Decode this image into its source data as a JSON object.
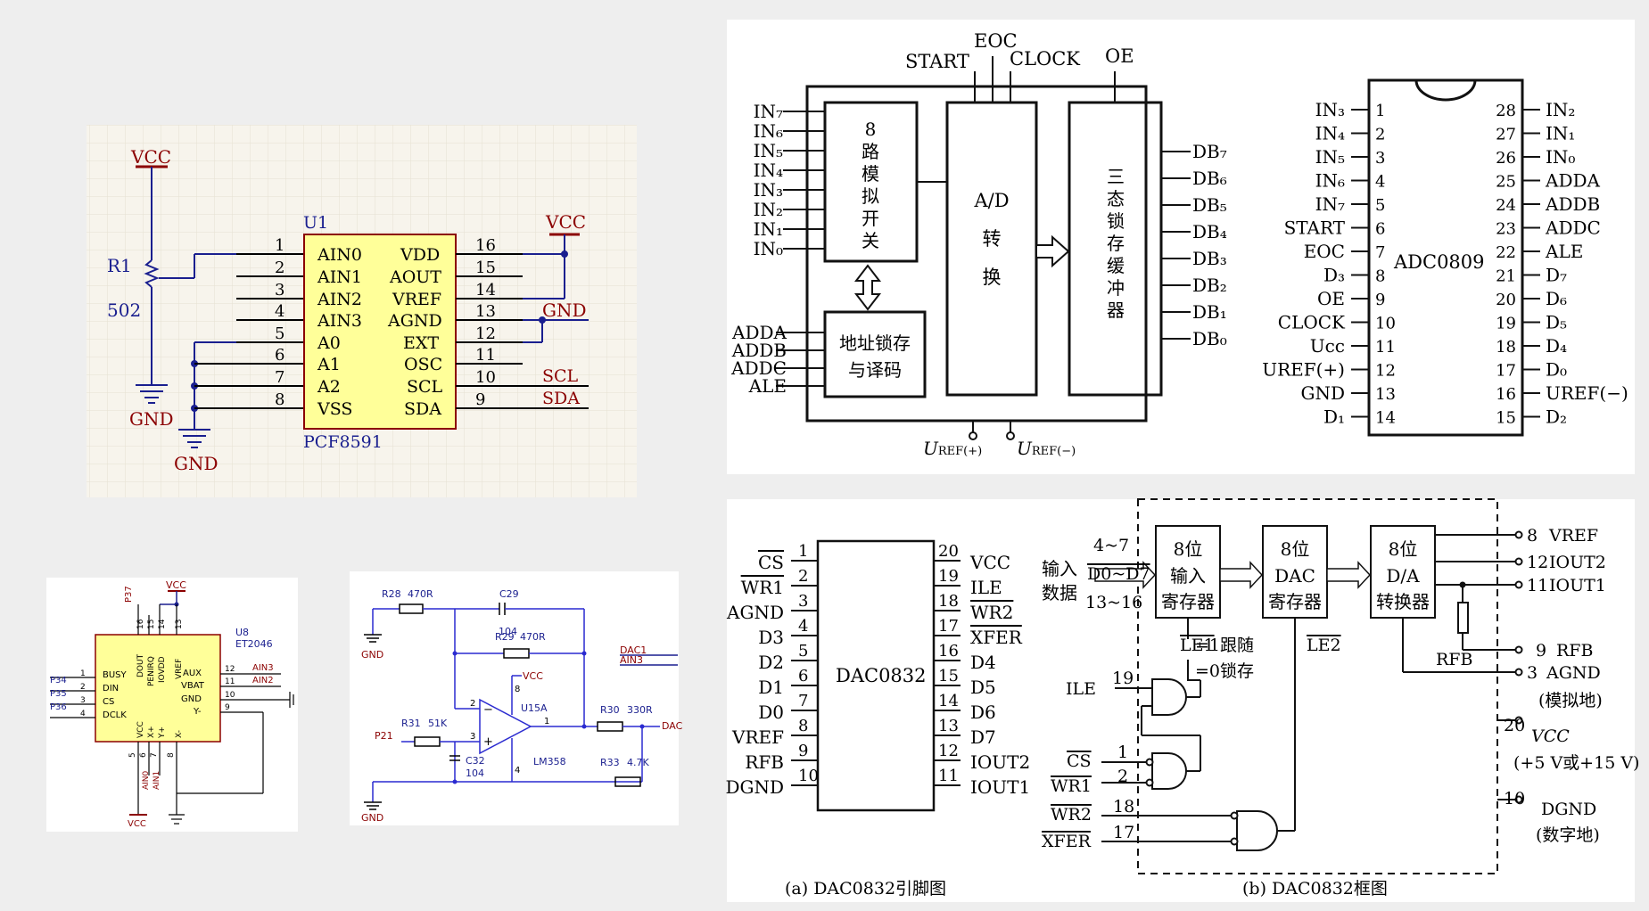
{
  "pcf": {
    "vcc1": "VCC",
    "vcc2": "VCC",
    "r1": "R1",
    "r1_value": "502",
    "gnd1": "GND",
    "gnd2": "GND",
    "gnd3": "GND",
    "part_ref": "U1",
    "part_name": "PCF8591",
    "left_pins": [
      {
        "num": "1",
        "name": "AIN0"
      },
      {
        "num": "2",
        "name": "AIN1"
      },
      {
        "num": "3",
        "name": "AIN2"
      },
      {
        "num": "4",
        "name": "AIN3"
      },
      {
        "num": "5",
        "name": "A0"
      },
      {
        "num": "6",
        "name": "A1"
      },
      {
        "num": "7",
        "name": "A2"
      },
      {
        "num": "8",
        "name": "VSS"
      }
    ],
    "right_pins": [
      {
        "num": "16",
        "name": "VDD"
      },
      {
        "num": "15",
        "name": "AOUT"
      },
      {
        "num": "14",
        "name": "VREF"
      },
      {
        "num": "13",
        "name": "AGND"
      },
      {
        "num": "12",
        "name": "EXT"
      },
      {
        "num": "11",
        "name": "OSC"
      },
      {
        "num": "10",
        "name": "SCL"
      },
      {
        "num": "9",
        "name": "SDA"
      }
    ],
    "net_scl": "SCL",
    "net_sda": "SDA"
  },
  "adc": {
    "top_labels": {
      "start": "START",
      "eoc": "EOC",
      "clock": "CLOCK",
      "oe": "OE"
    },
    "inputs": [
      "IN₇",
      "IN₆",
      "IN₅",
      "IN₄",
      "IN₃",
      "IN₂",
      "IN₁",
      "IN₀"
    ],
    "addr_inputs": [
      "ADDA",
      "ADDB",
      "ADDC",
      "ALE"
    ],
    "mux_label": [
      "8",
      "路",
      "模",
      "拟",
      "开",
      "关"
    ],
    "latch_label": [
      "地址锁存",
      "与译码"
    ],
    "ad_label": [
      "A/D",
      "转",
      "换"
    ],
    "buffer_label": [
      "三",
      "态",
      "锁",
      "存",
      "缓",
      "冲",
      "器"
    ],
    "outputs": [
      "DB₇",
      "DB₆",
      "DB₅",
      "DB₄",
      "DB₃",
      "DB₂",
      "DB₁",
      "DB₀"
    ],
    "vref_pos": "U",
    "vref_pos_sub": "REF(+)",
    "vref_neg": "U",
    "vref_neg_sub": "REF(−)",
    "chip_name": "ADC0809",
    "left_pins": [
      {
        "num": "1",
        "name": "IN₃"
      },
      {
        "num": "2",
        "name": "IN₄"
      },
      {
        "num": "3",
        "name": "IN₅"
      },
      {
        "num": "4",
        "name": "IN₆"
      },
      {
        "num": "5",
        "name": "IN₇"
      },
      {
        "num": "6",
        "name": "START"
      },
      {
        "num": "7",
        "name": "EOC"
      },
      {
        "num": "8",
        "name": "D₃"
      },
      {
        "num": "9",
        "name": "OE"
      },
      {
        "num": "10",
        "name": "CLOCK"
      },
      {
        "num": "11",
        "name": "Ucc"
      },
      {
        "num": "12",
        "name": "UREF(+)"
      },
      {
        "num": "13",
        "name": "GND"
      },
      {
        "num": "14",
        "name": "D₁"
      }
    ],
    "right_pins": [
      {
        "num": "28",
        "name": "IN₂"
      },
      {
        "num": "27",
        "name": "IN₁"
      },
      {
        "num": "26",
        "name": "IN₀"
      },
      {
        "num": "25",
        "name": "ADDA"
      },
      {
        "num": "24",
        "name": "ADDB"
      },
      {
        "num": "23",
        "name": "ADDC"
      },
      {
        "num": "22",
        "name": "ALE"
      },
      {
        "num": "21",
        "name": "D₇"
      },
      {
        "num": "20",
        "name": "D₆"
      },
      {
        "num": "19",
        "name": "D₅"
      },
      {
        "num": "18",
        "name": "D₄"
      },
      {
        "num": "17",
        "name": "D₀"
      },
      {
        "num": "16",
        "name": "UREF(−)"
      },
      {
        "num": "15",
        "name": "D₂"
      }
    ]
  },
  "touch": {
    "ref": "U8",
    "part": "ET2046",
    "vcc_top": "VCC",
    "p37": "P37",
    "top_pins": [
      {
        "num": "16",
        "name": "DOUT"
      },
      {
        "num": "15",
        "name": "PENIRQ"
      },
      {
        "num": "14",
        "name": "IOVDD"
      },
      {
        "num": "13",
        "name": "VREF"
      }
    ],
    "left_pins": [
      {
        "net": "P34",
        "num": "1",
        "name": "BUSY"
      },
      {
        "net": "P35",
        "num": "2",
        "name": "DIN"
      },
      {
        "net": "P36",
        "num": "3",
        "name": "CS"
      },
      {
        "net": "",
        "num": "4",
        "name": "DCLK"
      }
    ],
    "right_pins": [
      {
        "num": "12",
        "name": "AUX",
        "net": "AIN3"
      },
      {
        "num": "11",
        "name": "VBAT",
        "net": "AIN2"
      },
      {
        "num": "10",
        "name": "GND",
        "net": ""
      },
      {
        "num": "9",
        "name": "Y-",
        "net": ""
      }
    ],
    "bottom_pins": [
      {
        "num": "5",
        "name": "VCC",
        "net": "VCC"
      },
      {
        "num": "6",
        "name": "X+",
        "net": "AIN0"
      },
      {
        "num": "7",
        "name": "Y+",
        "net": "AIN1"
      },
      {
        "num": "8",
        "name": "X-",
        "net": ""
      }
    ]
  },
  "opamp": {
    "r28": "R28",
    "r28_val": "470R",
    "c29": "C29",
    "c29_val": "104",
    "r29": "R29",
    "r29_val": "470R",
    "vcc": "VCC",
    "u15": "U15A",
    "part": "LM358",
    "r31": "R31",
    "r31_val": "51K",
    "p21": "P21",
    "c32": "C32",
    "c32_val": "104",
    "r30": "R30",
    "r30_val": "330R",
    "r33": "R33",
    "r33_val": "4.7K",
    "gnd1": "GND",
    "gnd2": "GND",
    "dac1": "DAC1",
    "ain3": "AIN3",
    "dac_out": "DAC",
    "pin_in_neg": "2",
    "pin_in_pos": "3",
    "pin_out": "1",
    "pin_v8": "8",
    "pin_v4": "4"
  },
  "dac_pinout": {
    "chip": "DAC0832",
    "caption": "(a) DAC0832引脚图",
    "left_pins": [
      {
        "num": "1",
        "name": "CS",
        "bar": true
      },
      {
        "num": "2",
        "name": "WR1",
        "bar": true
      },
      {
        "num": "3",
        "name": "AGND",
        "bar": false
      },
      {
        "num": "4",
        "name": "D3",
        "bar": false
      },
      {
        "num": "5",
        "name": "D2",
        "bar": false
      },
      {
        "num": "6",
        "name": "D1",
        "bar": false
      },
      {
        "num": "7",
        "name": "D0",
        "bar": false
      },
      {
        "num": "8",
        "name": "VREF",
        "bar": false
      },
      {
        "num": "9",
        "name": "RFB",
        "bar": false
      },
      {
        "num": "10",
        "name": "DGND",
        "bar": false
      }
    ],
    "right_pins": [
      {
        "num": "20",
        "name": "VCC",
        "bar": false
      },
      {
        "num": "19",
        "name": "ILE",
        "bar": false
      },
      {
        "num": "18",
        "name": "WR2",
        "bar": true
      },
      {
        "num": "17",
        "name": "XFER",
        "bar": true
      },
      {
        "num": "16",
        "name": "D4",
        "bar": false
      },
      {
        "num": "15",
        "name": "D5",
        "bar": false
      },
      {
        "num": "14",
        "name": "D6",
        "bar": false
      },
      {
        "num": "13",
        "name": "D7",
        "bar": false
      },
      {
        "num": "12",
        "name": "IOUT2",
        "bar": false
      },
      {
        "num": "11",
        "name": "IOUT1",
        "bar": false
      }
    ]
  },
  "dac_block": {
    "caption": "(b) DAC0832框图",
    "input_range": "4~7",
    "input_bus": "D0~D7",
    "input_range2": "13~16",
    "input_label": [
      "输入",
      "数据"
    ],
    "reg1": [
      "8位",
      "输入",
      "寄存器"
    ],
    "reg2": [
      "8位",
      "DAC",
      "寄存器"
    ],
    "conv": [
      "8位",
      "D/A",
      "转换器"
    ],
    "le1": "LE1",
    "le1_note1": "=1跟随",
    "le1_note2": "=0锁存",
    "le2": "LE2",
    "rfb": "RFB",
    "ile": "ILE",
    "ile_pin": "19",
    "cs": "CS",
    "cs_pin": "1",
    "wr1": "WR1",
    "wr1_pin": "2",
    "wr2": "WR2",
    "wr2_pin": "18",
    "xfer": "XFER",
    "xfer_pin": "17",
    "right_pins": [
      {
        "num": "8",
        "name": "VREF"
      },
      {
        "num": "12",
        "name": "IOUT2"
      },
      {
        "num": "11",
        "name": "IOUT1"
      },
      {
        "num": "9",
        "name": "RFB"
      },
      {
        "num": "3",
        "name": "AGND"
      }
    ],
    "agnd_note": "(模拟地)",
    "vcc_pin": "20",
    "vcc": "VCC",
    "vcc_note": "(+5 V或+15 V)",
    "dgnd_pin": "10",
    "dgnd": "DGND",
    "dgnd_note": "(数字地)"
  },
  "colors": {
    "schematic_blue": "#1a1f8f",
    "schematic_red": "#8b0000",
    "schematic_body": "#ffff99",
    "grid_bg": "#f6f3ea",
    "wire_blue": "#2a2ad0"
  }
}
